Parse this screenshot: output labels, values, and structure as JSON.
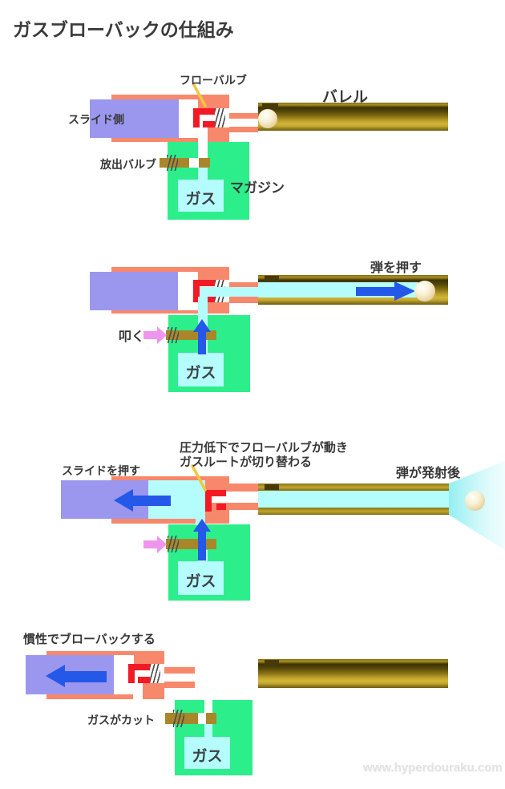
{
  "title": "ガスブローバックの仕組み",
  "watermark": "www.hyperdouraku.com",
  "colors": {
    "housing_salmon": "#f8886c",
    "slide_purple": "#9b97ee",
    "flow_valve_red": "#f21b25",
    "magazine_green": "#2cef8c",
    "gas_cyan": "#b5fcfc",
    "release_valve_brown": "#a8872b",
    "barrel_gold": "#a8901f",
    "arrow_blue": "#2358e9",
    "arrow_pink": "#f095ee",
    "pointer_yellow": "#f2c63b",
    "text": "#383838"
  },
  "p1": {
    "flow_valve": "フローバルブ",
    "slide_side": "スライド側",
    "barrel": "バレル",
    "release_valve": "放出バルブ",
    "magazine": "マガジン",
    "gas": "ガス"
  },
  "p2": {
    "push_bullet": "弾を押す",
    "knock": "叩く",
    "gas": "ガス"
  },
  "p3": {
    "caption1": "圧力低下でフローバルブが動き",
    "caption2": "ガスルートが切り替わる",
    "push_slide": "スライドを押す",
    "after_fire": "弾が発射後",
    "gas": "ガス"
  },
  "p4": {
    "inertia": "慣性でブローバックする",
    "gas_cut": "ガスがカット",
    "gas": "ガス"
  }
}
